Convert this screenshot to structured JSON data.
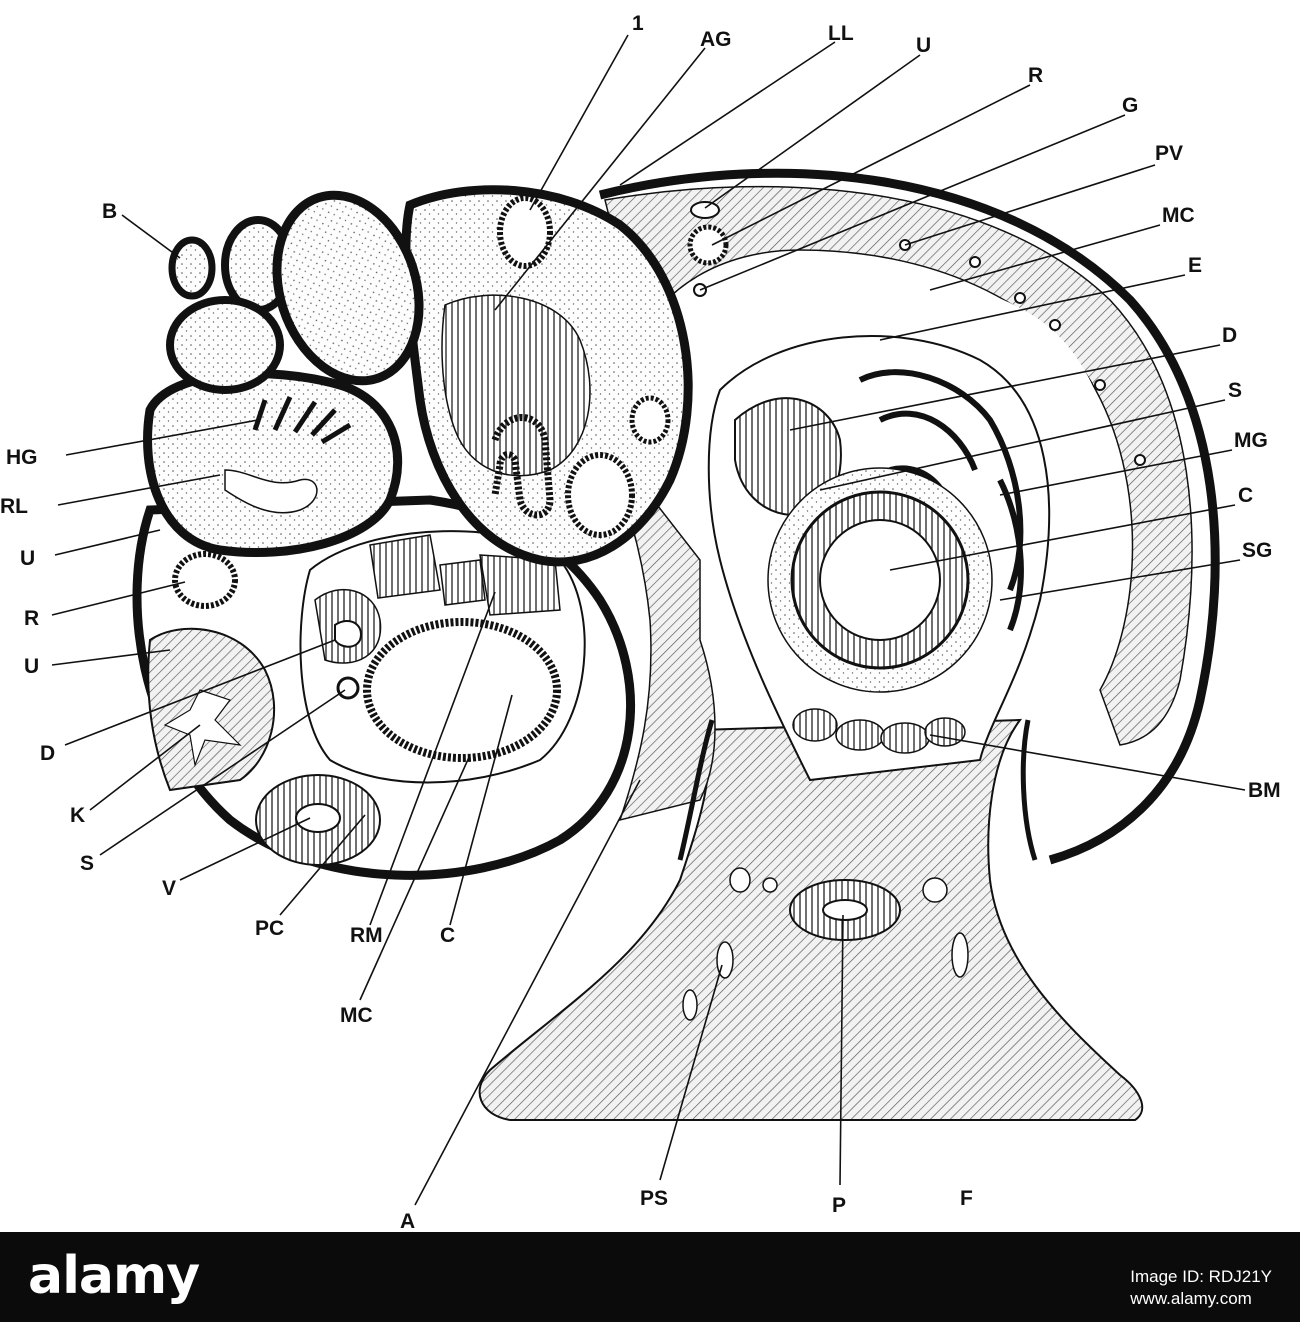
{
  "figure": {
    "labels": {
      "one": "1",
      "ag": "AG",
      "ll": "LL",
      "u_top": "U",
      "r_top": "R",
      "g": "G",
      "pv": "PV",
      "mc_right": "MC",
      "e": "E",
      "d_right": "D",
      "s_right": "S",
      "mg": "MG",
      "c_right": "C",
      "sg": "SG",
      "bm": "BM",
      "b": "B",
      "hg": "HG",
      "rl": "RL",
      "u_left1": "U",
      "r_left": "R",
      "u_left2": "U",
      "d_left": "D",
      "k": "K",
      "s_left": "S",
      "v": "V",
      "pc": "PC",
      "rm": "RM",
      "c_bottom": "C",
      "mc_bottom": "MC",
      "a": "A",
      "ps": "PS",
      "p": "P",
      "f": "F"
    }
  },
  "footer": {
    "logo": "alamy",
    "image_id": "Image ID: RDJ21Y",
    "url": "www.alamy.com"
  }
}
